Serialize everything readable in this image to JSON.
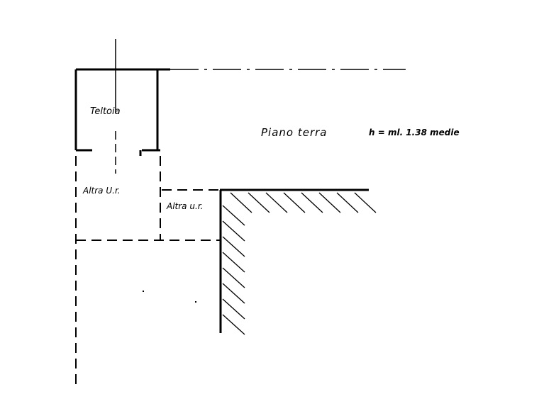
{
  "labels": {
    "teltoia": "Teltoia",
    "title": "Piano terra",
    "height": "h = ml. 1.38 medie",
    "altra_ur_left": "Altra U.r.",
    "altra_ur_right": "Altra u.r."
  },
  "colors": {
    "ink": "#000000",
    "background": "#ffffff"
  }
}
